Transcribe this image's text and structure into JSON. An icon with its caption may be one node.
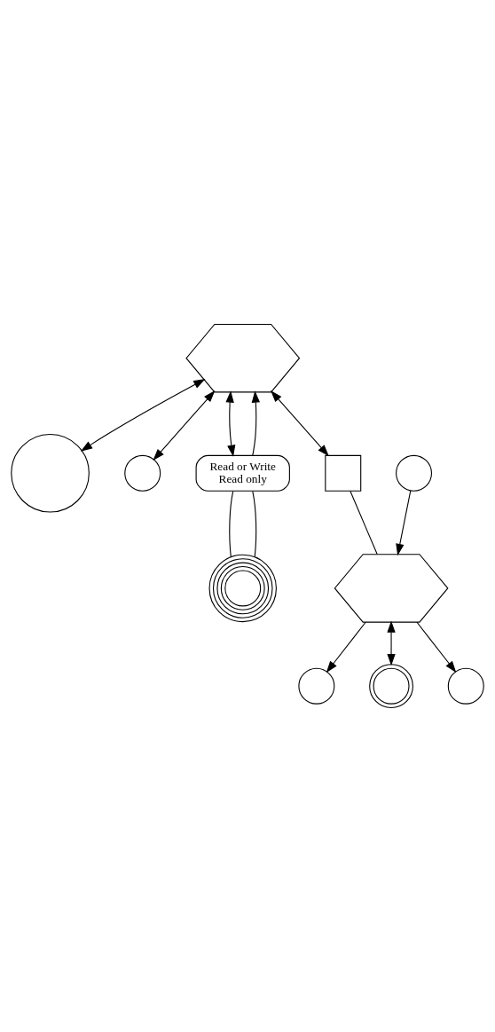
{
  "diagram": {
    "nodes": [
      {
        "text": [],
        "shape": "circle"
      },
      {
        "text": [],
        "shape": "hexagon"
      },
      {
        "text": [],
        "shape": "circle"
      },
      {
        "text": [
          "Read or Write",
          "Read only"
        ]
      },
      {
        "text": [],
        "shape": "circle"
      },
      {
        "text": [],
        "shape": "box"
      },
      {
        "text": [],
        "shape": "hexagon"
      },
      {
        "text": [],
        "shape": "circle"
      },
      {
        "text": [],
        "shape": "circle"
      },
      {
        "text": [],
        "shape": "circle"
      },
      {
        "text": [],
        "shape": "circle"
      }
    ],
    "edges": [
      {
        "from": 1,
        "to": 0,
        "arrow": "both"
      },
      {
        "from": 1,
        "to": 5,
        "arrow": "both"
      },
      {
        "from": 3,
        "to": 1,
        "arrow": "to"
      },
      {
        "from": 1,
        "to": 3,
        "arrow": "both"
      },
      {
        "from": 1,
        "to": 2,
        "arrow": "both"
      },
      {
        "from": 3,
        "to": 4,
        "arrow": "none"
      },
      {
        "from": 3,
        "to": 4,
        "arrow": "none"
      },
      {
        "from": 5,
        "to": 6,
        "arrow": "none"
      },
      {
        "from": 7,
        "to": 6,
        "arrow": "to"
      },
      {
        "from": 6,
        "to": 8,
        "arrow": "to"
      },
      {
        "from": 6,
        "to": 9,
        "arrow": "both"
      },
      {
        "from": 6,
        "to": 10,
        "arrow": "to"
      }
    ]
  }
}
